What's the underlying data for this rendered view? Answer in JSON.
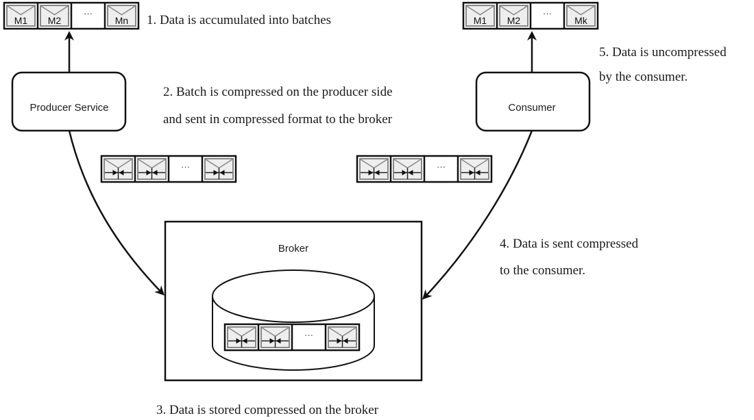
{
  "nodes": {
    "producer": {
      "label": "Producer Service"
    },
    "consumer": {
      "label": "Consumer"
    },
    "broker": {
      "label": "Broker"
    }
  },
  "batches": {
    "producer_output": {
      "labels": [
        "M1",
        "M2",
        "···",
        "Mn"
      ],
      "compressed": false
    },
    "consumer_output": {
      "labels": [
        "M1",
        "M2",
        "···",
        "Mk"
      ],
      "compressed": false
    },
    "in_transit_to_broker": {
      "labels": [
        "",
        "",
        "···",
        ""
      ],
      "compressed": true
    },
    "in_transit_to_consumer": {
      "labels": [
        "",
        "",
        "···",
        ""
      ],
      "compressed": true
    },
    "stored_in_broker": {
      "labels": [
        "",
        "",
        "···",
        ""
      ],
      "compressed": true
    }
  },
  "steps": {
    "step1": {
      "lines": [
        "1. Data is accumulated into batches"
      ]
    },
    "step2": {
      "lines": [
        "2. Batch is compressed on the producer side",
        "and sent in compressed format to the broker"
      ]
    },
    "step3": {
      "lines": [
        "3. Data is stored compressed on the broker"
      ]
    },
    "step4": {
      "lines": [
        "4. Data is sent compressed",
        "to the consumer."
      ]
    },
    "step5": {
      "lines": [
        "5. Data is uncompressed",
        "by the consumer."
      ]
    }
  },
  "colors": {
    "stroke": "#111111",
    "envelope_fill": "#eeeeee",
    "envelope_border": "#888888",
    "text": "#1a1a1a"
  }
}
